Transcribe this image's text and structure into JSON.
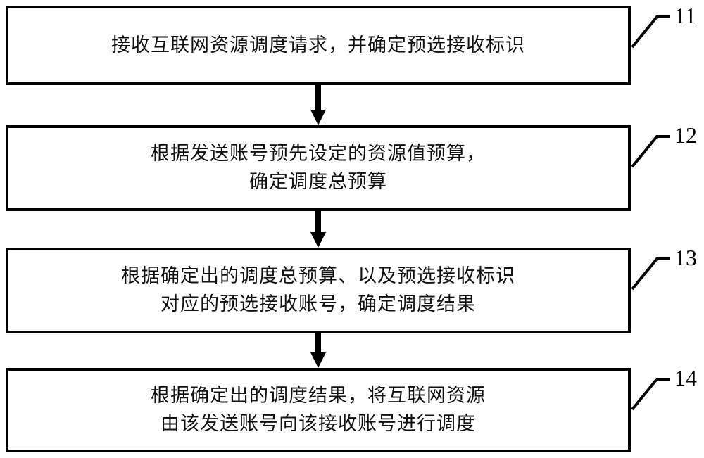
{
  "figure": {
    "type": "patent-flowchart",
    "orientation": "vertical",
    "background_color": "#ffffff",
    "line_color": "#000000"
  },
  "steps": [
    {
      "ref": "11",
      "lines": [
        "接收互联网资源调度请求，并确定预选接收标识"
      ]
    },
    {
      "ref": "12",
      "lines": [
        "根据发送账号预先设定的资源值预算，",
        "确定调度总预算"
      ]
    },
    {
      "ref": "13",
      "lines": [
        "根据确定出的调度总预算、以及预选接收标识",
        "对应的预选接收账号，确定调度结果"
      ]
    },
    {
      "ref": "14",
      "lines": [
        "根据确定出的调度结果，将互联网资源",
        "由该发送账号向该接收账号进行调度"
      ]
    }
  ],
  "connectors": [
    {
      "from": "11",
      "to": "12",
      "arrow": "down"
    },
    {
      "from": "12",
      "to": "13",
      "arrow": "down"
    },
    {
      "from": "13",
      "to": "14",
      "arrow": "down"
    }
  ]
}
